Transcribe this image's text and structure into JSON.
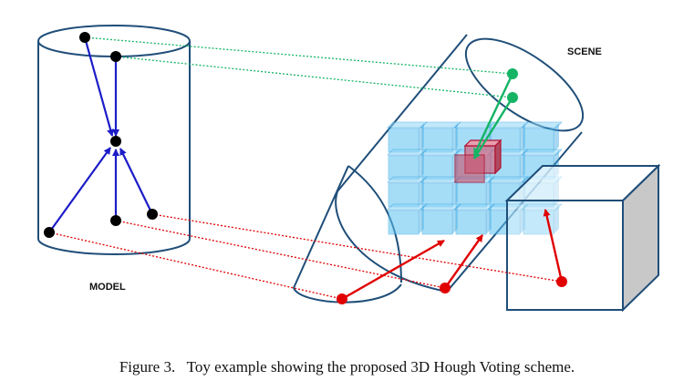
{
  "labels": {
    "model": "MODEL",
    "scene": "SCENE"
  },
  "caption": {
    "prefix": "Figure 3.",
    "text": "Toy example showing the proposed 3D Hough Voting scheme."
  },
  "colors": {
    "outline": "#1f4e79",
    "model_points": "#000000",
    "model_vectors": "#1c1cc8",
    "scene_points": "#e00000",
    "correspondence_model_scene": "#e00000",
    "correspondence_green": "#14b464",
    "voxel_fill": "#5cc2f2",
    "voxel_edge": "#2c9ee0",
    "peak_voxel": "#c8506a",
    "box_side": "#c8c8c8"
  }
}
